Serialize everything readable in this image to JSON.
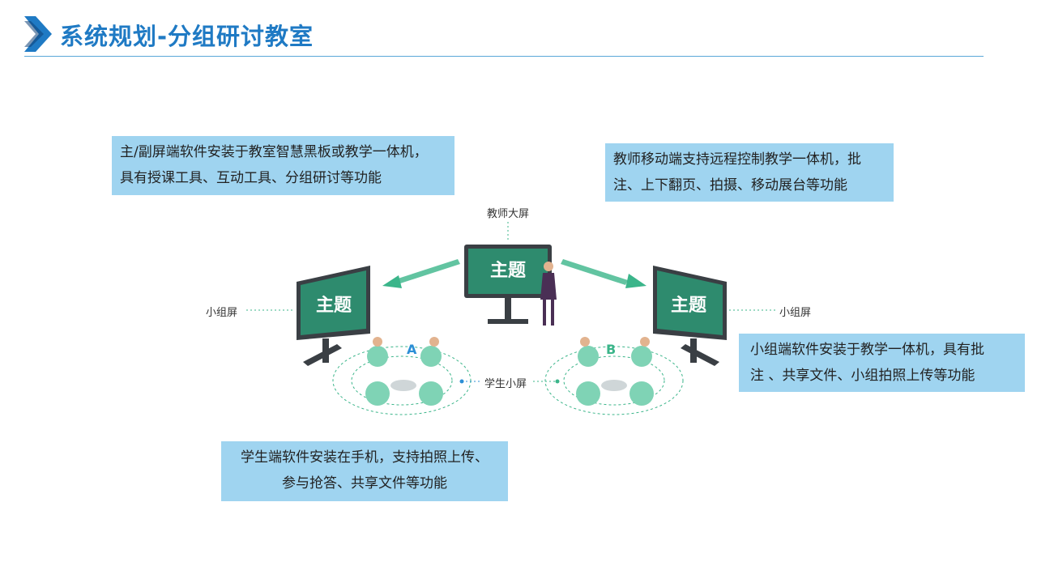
{
  "header": {
    "title": "系统规划-分组研讨教室"
  },
  "notes": {
    "main_screen": {
      "line1": "主/副屏端软件安装于教室智慧黑板或教学一体机，",
      "line2": "具有授课工具、互动工具、分组研讨等功能"
    },
    "teacher_mobile": {
      "line1": "教师移动端支持远程控制教学一体机，批",
      "line2": "注、上下翻页、拍摄、移动展台等功能"
    },
    "group_client": {
      "line1": "小组端软件安装于教学一体机，具有批",
      "line2": "注 、共享文件、小组拍照上传等功能"
    },
    "student_client": {
      "line1": "学生端软件安装在手机，支持拍照上传、",
      "line2": "参与抢答、共享文件等功能"
    }
  },
  "diagram": {
    "teacher_screen_label": "教师大屏",
    "group_screen_left_label": "小组屏",
    "group_screen_right_label": "小组屏",
    "student_screen_label": "学生小屏",
    "screen_text": "主题",
    "group_a": "A",
    "group_b": "B"
  },
  "colors": {
    "title_blue": "#1f7ac4",
    "note_bg": "#9fd4f0",
    "screen_green": "#2e8b6e",
    "arrow_green": "#3bb58a",
    "seat_green": "#7fd3b5"
  }
}
